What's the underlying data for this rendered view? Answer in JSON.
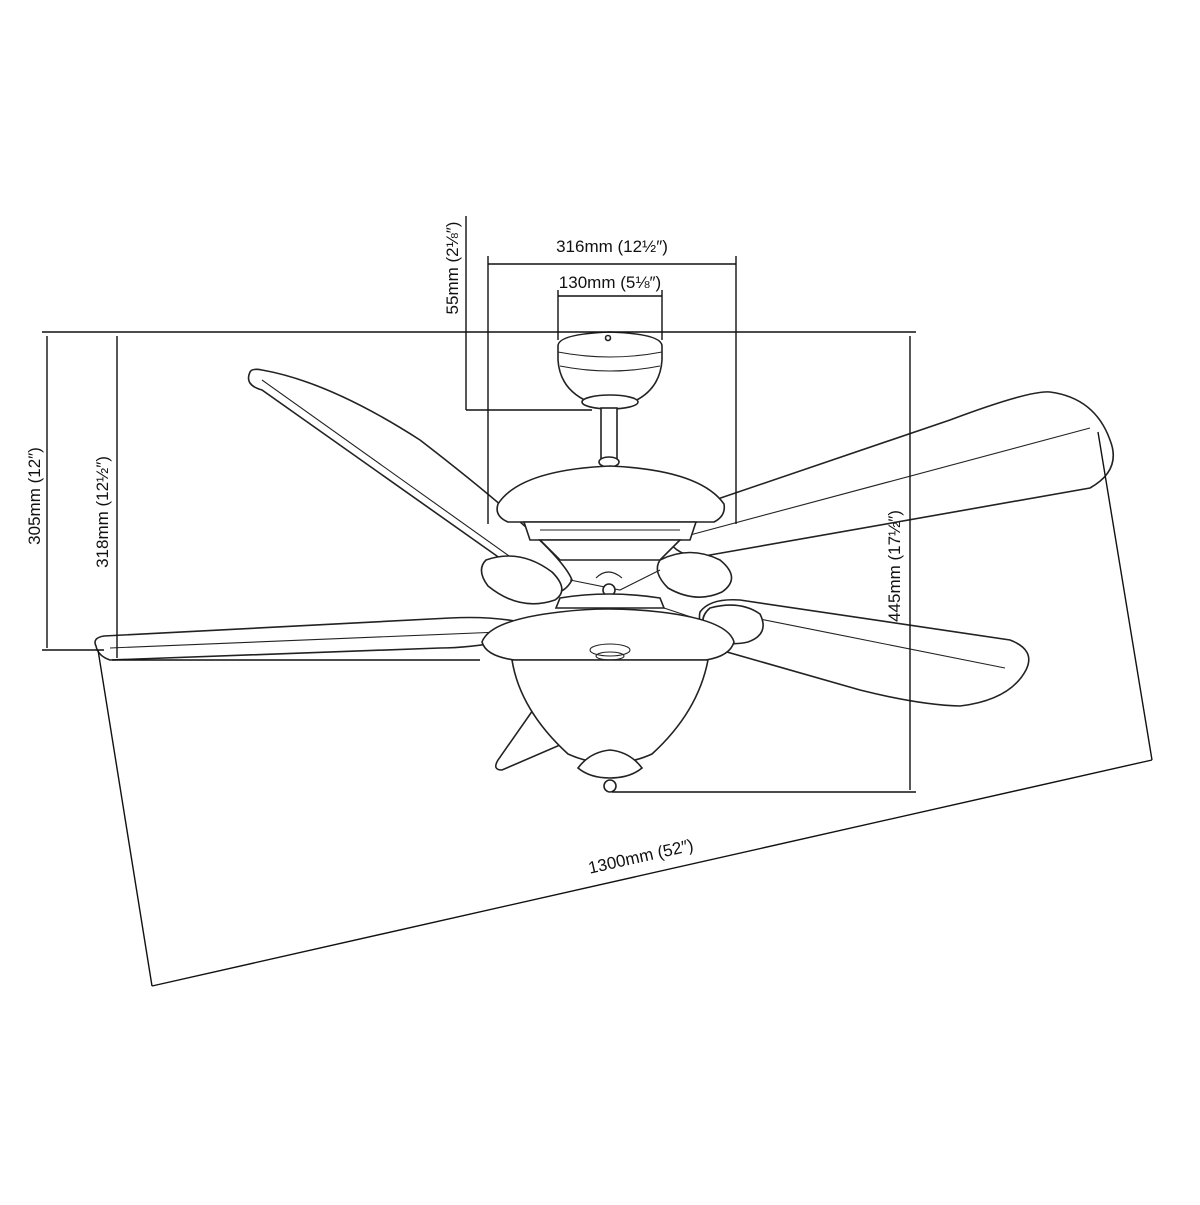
{
  "dimensions": {
    "canopy_width": "316mm (12½″)",
    "mount_width": "130mm (5⅛″)",
    "canopy_height": "55mm (2⅛″)",
    "blade_height": "305mm (12″)",
    "ceiling_to_blade": "318mm (12½″)",
    "overall_height": "445mm (17½″)",
    "blade_span": "1300mm (52″)"
  },
  "colors": {
    "line": "#111111",
    "background": "#ffffff"
  }
}
